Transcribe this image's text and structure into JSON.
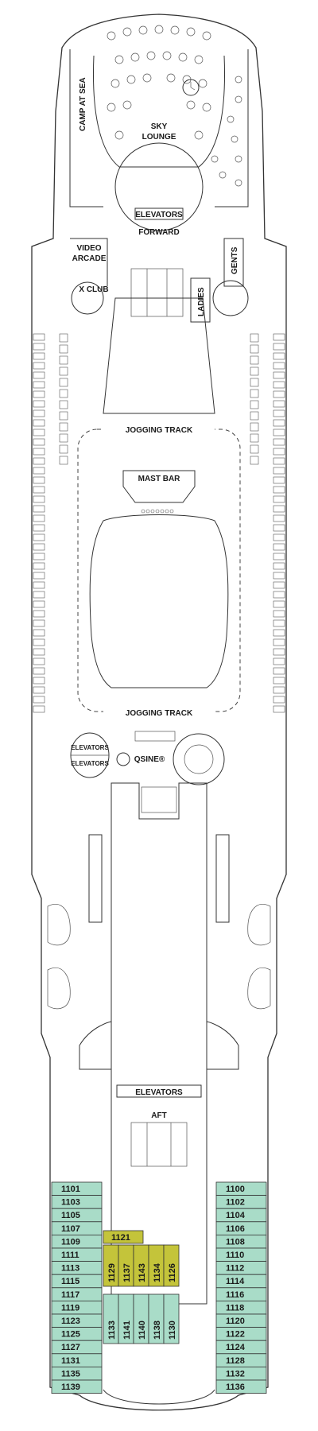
{
  "colors": {
    "stateroom": "#a9dcc8",
    "highlight": "#c4c43a",
    "outline": "#333333"
  },
  "venues": {
    "camp_at_sea": "CAMP AT SEA",
    "sky_lounge": "SKY LOUNGE",
    "elevators_forward": "ELEVATORS",
    "forward": "FORWARD",
    "video_arcade_1": "VIDEO",
    "video_arcade_2": "ARCADE",
    "x_club": "X CLUB",
    "ladies": "LADIES",
    "gents": "GENTS",
    "jogging_track_top": "JOGGING TRACK",
    "mast_bar": "MAST BAR",
    "jogging_track_bottom": "JOGGING TRACK",
    "elevators_mid_1": "ELEVATORS",
    "elevators_mid_2": "ELEVATORS",
    "qsine": "QSINE®",
    "elevators_aft": "ELEVATORS",
    "aft": "AFT"
  },
  "cabins": {
    "left_column": [
      "1101",
      "1103",
      "1105",
      "1107",
      "1109",
      "1111",
      "1113",
      "1115",
      "1117",
      "1119",
      "1123",
      "1125",
      "1127",
      "1131",
      "1135",
      "1139"
    ],
    "right_column": [
      "1100",
      "1102",
      "1104",
      "1106",
      "1108",
      "1110",
      "1112",
      "1114",
      "1116",
      "1118",
      "1120",
      "1122",
      "1124",
      "1128",
      "1132",
      "1136"
    ],
    "highlight_top": "1121",
    "highlight_vertical": [
      "1129",
      "1137",
      "1143",
      "1134",
      "1126"
    ],
    "aft_vertical": [
      "1133",
      "1141",
      "1140",
      "1138",
      "1130"
    ]
  }
}
